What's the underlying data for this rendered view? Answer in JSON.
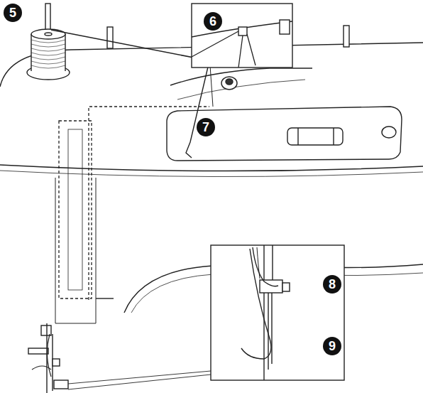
{
  "diagram": {
    "labels": [
      "5",
      "6",
      "7",
      "8",
      "9"
    ]
  }
}
